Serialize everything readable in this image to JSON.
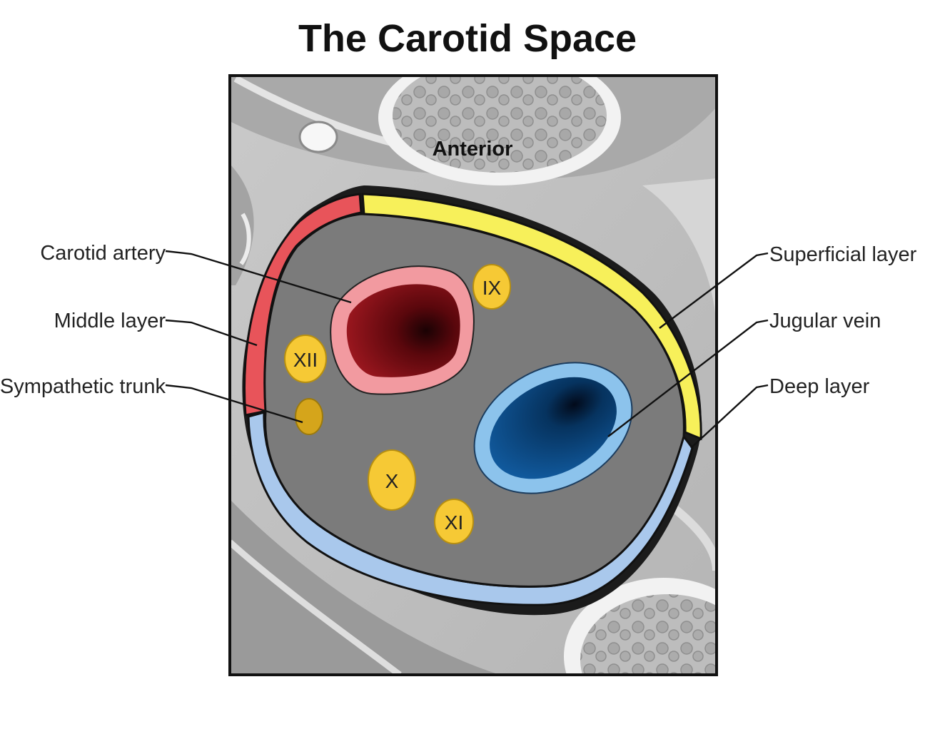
{
  "title": "The Carotid Space",
  "orientation_label": "Anterior",
  "labels": {
    "carotid_artery": "Carotid artery",
    "middle_layer": "Middle layer",
    "sympathetic_trunk": "Sympathetic trunk",
    "superficial_layer": "Superficial layer",
    "jugular_vein": "Jugular vein",
    "deep_layer": "Deep layer"
  },
  "nerves": {
    "ix": "IX",
    "xii": "XII",
    "x": "X",
    "xi": "XI"
  },
  "colors": {
    "superficial_layer": "#f7f05a",
    "middle_layer": "#e8545a",
    "deep_layer": "#a9c8ec",
    "carotid_artery": "#8e1018",
    "carotid_wall": "#f29aa0",
    "jugular_vein": "#0d4f92",
    "jugular_wall": "#8cc3ec",
    "nerve": "#f6c935",
    "space_fill": "#7b7b7b"
  }
}
